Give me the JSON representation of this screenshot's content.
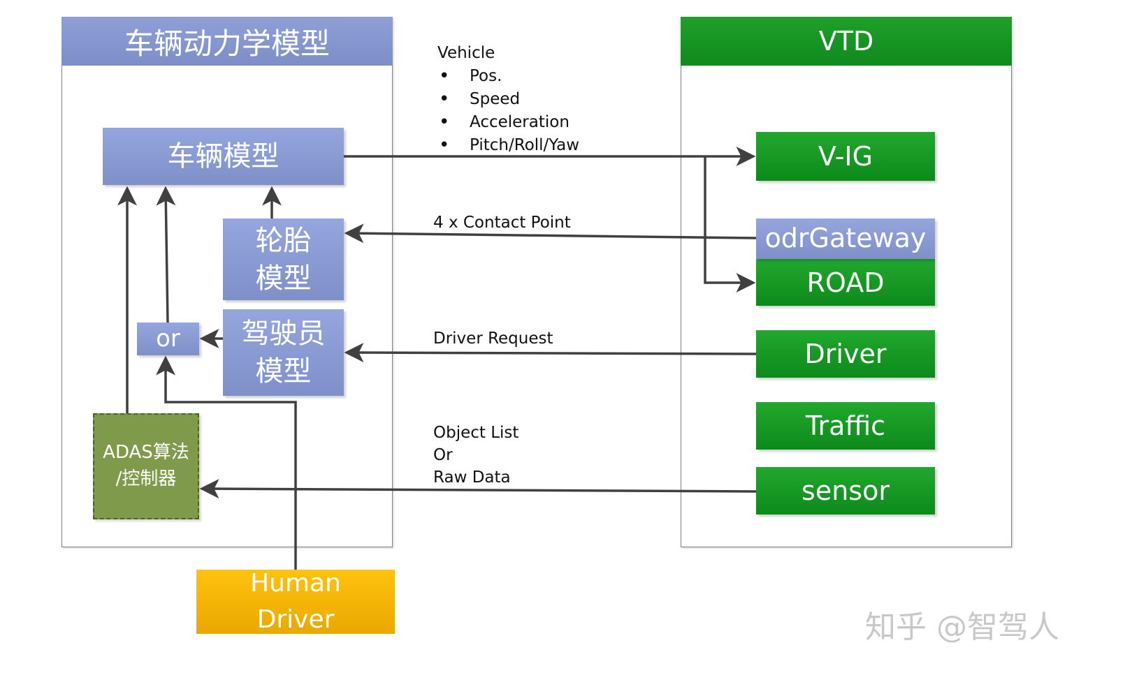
{
  "left_panel": {
    "title": "车辆动力学模型"
  },
  "right_panel": {
    "title": "VTD"
  },
  "blocks": {
    "vehicle_model": "车辆模型",
    "tire_model": "轮胎\n模型",
    "driver_model": "驾驶员\n模型",
    "or": "or",
    "adas": "ADAS算法\n/控制器",
    "human_driver": "Human\nDriver"
  },
  "vtd_modules": {
    "vig": "V-IG",
    "odr_gateway": "odrGateway",
    "road": "ROAD",
    "driver": "Driver",
    "traffic": "Traffic",
    "sensor": "sensor"
  },
  "labels": {
    "vehicle_heading": "Vehicle",
    "vehicle_items": [
      "Pos.",
      "Speed",
      "Acceleration",
      "Pitch/Roll/Yaw"
    ],
    "contact_point": "4 x Contact Point",
    "driver_request": "Driver Request",
    "object_list": "Object List\nOr\nRaw Data"
  },
  "watermark": "知乎 @智驾人",
  "colors": {
    "module_blue": "#8797d0",
    "vtd_green": "#149620",
    "adas_olive": "#7e9a4a",
    "human_yellow": "#f5b700",
    "arrow": "#404040"
  }
}
